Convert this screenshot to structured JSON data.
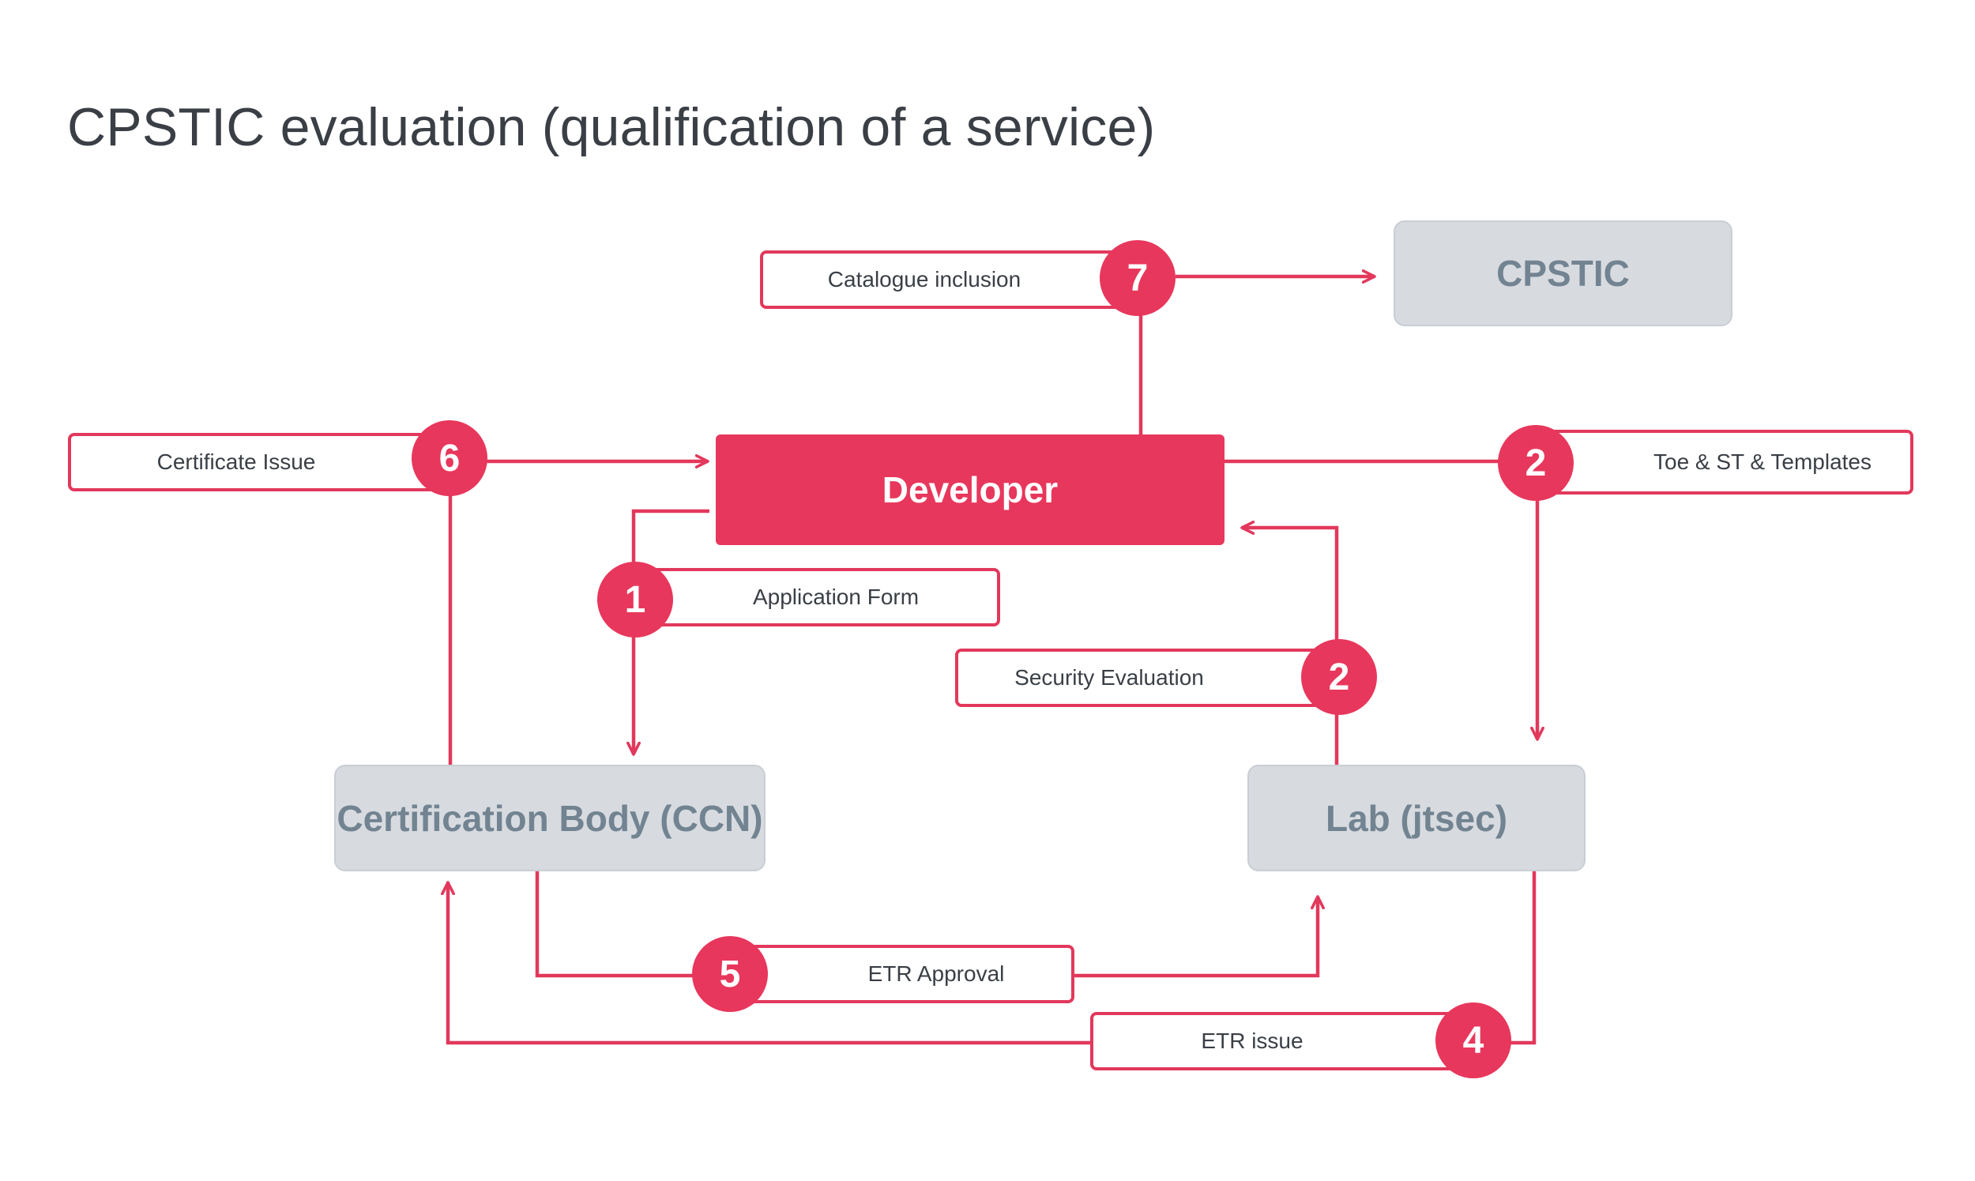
{
  "title": "CPSTIC evaluation (qualification of a service)",
  "colors": {
    "accent": "#e8375c",
    "node_fill": "#d7dbe0",
    "node_text": "#728391",
    "text": "#3a3f46"
  },
  "nodes": {
    "cpstic": "CPSTIC",
    "developer": "Developer",
    "certification_body": "Certification Body (CCN)",
    "lab": "Lab (jtsec)"
  },
  "steps": [
    {
      "id": "application-form",
      "number": "1",
      "label": "Application Form"
    },
    {
      "id": "toe-st-templates",
      "number": "2",
      "label": "Toe & ST & Templates"
    },
    {
      "id": "security-evaluation",
      "number": "2",
      "label": "Security Evaluation"
    },
    {
      "id": "etr-issue",
      "number": "4",
      "label": "ETR issue"
    },
    {
      "id": "etr-approval",
      "number": "5",
      "label": "ETR Approval"
    },
    {
      "id": "certificate-issue",
      "number": "6",
      "label": "Certificate Issue"
    },
    {
      "id": "catalogue-inclusion",
      "number": "7",
      "label": "Catalogue inclusion"
    }
  ]
}
